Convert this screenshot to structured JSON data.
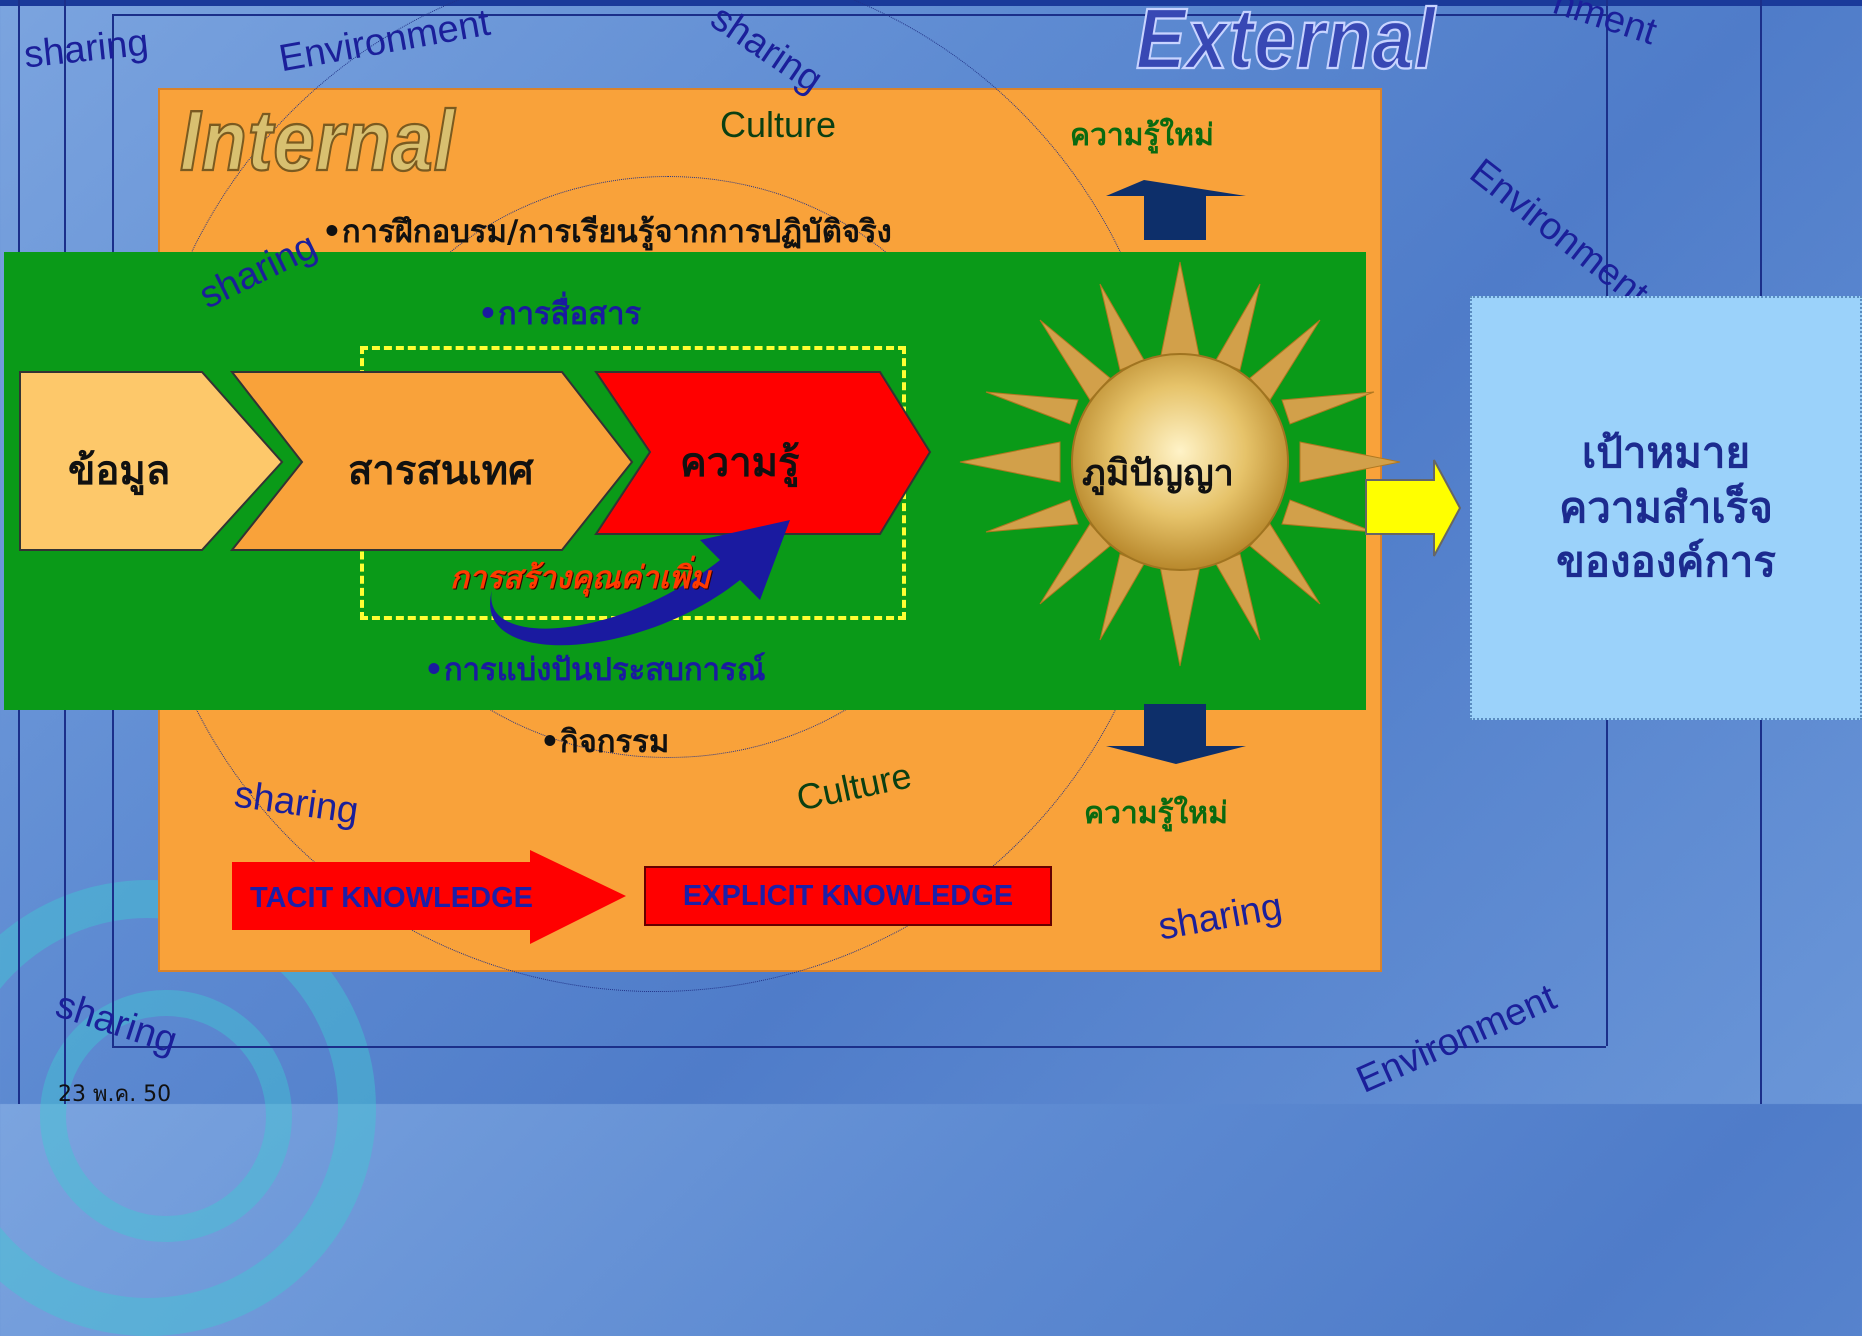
{
  "date": "23 พ.ค. 50",
  "labels": {
    "internal": "Internal",
    "external": "External",
    "environment": "Environment",
    "environment_cut": "nment",
    "sharing": "sharing",
    "culture": "Culture"
  },
  "activities": {
    "training": "•การฝึกอบรม/การเรียนรู้จากการปฏิบัติจริง",
    "communication": "•การสื่อสาร",
    "experience_sharing": "•การแบ่งปันประสบการณ์",
    "activity": "•กิจกรรม"
  },
  "chain": {
    "data": "ข้อมูล",
    "information": "สารสนเทศ",
    "knowledge": "ความรู้",
    "wisdom": "ภูมิปัญญา",
    "value_add": "การสร้างคุณค่าเพิ่ม"
  },
  "new_knowledge": "ความรู้ใหม่",
  "goal": "เป้าหมาย\nความสำเร็จ\nขององค์การ",
  "tacit": "TACIT KNOWLEDGE",
  "explicit": "EXPLICIT KNOWLEDGE",
  "colors": {
    "orange_panel": "#f9a23a",
    "green_band": "#0a9a18",
    "knowledge_chevron": "#ff0000",
    "goal_box": "#9bd2fa",
    "sun": "#d2a04a"
  }
}
